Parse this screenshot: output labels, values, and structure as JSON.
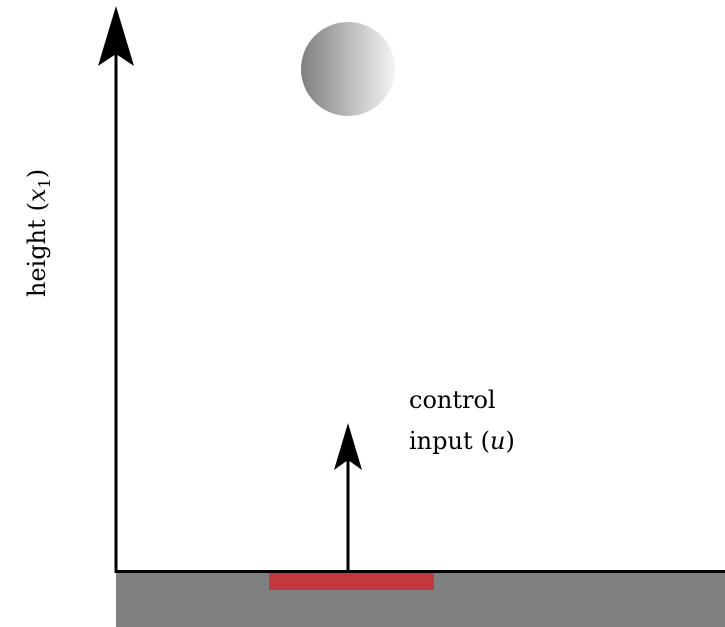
{
  "y_axis": {
    "label_text": "height",
    "symbol_open": "(",
    "symbol_var": "x",
    "symbol_sub": "1",
    "symbol_close": ")"
  },
  "control": {
    "line1": "control",
    "line2_text": "input",
    "symbol_open": "(",
    "symbol_var": "u",
    "symbol_close": ")"
  },
  "colors": {
    "ground": "#808080",
    "actuator": "#c2393d",
    "axis": "#000000",
    "ball_light": "#f4f4f4",
    "ball_dark": "#7f7f7f"
  }
}
